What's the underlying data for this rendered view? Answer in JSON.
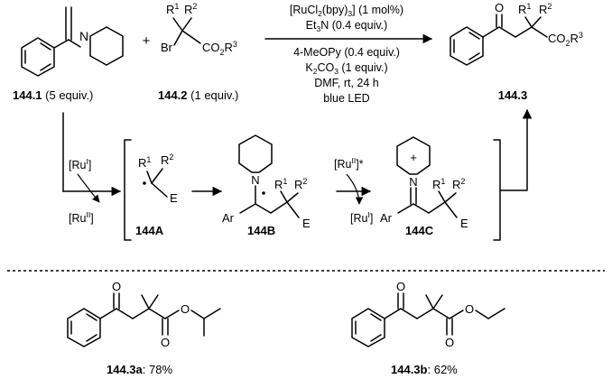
{
  "reagents": {
    "catalyst": {
      "main": "[RuCl",
      "s1": "2",
      "mid": "(bpy)",
      "s2": "3",
      "tail": "] (1 mol%)"
    },
    "base1": {
      "main": "Et",
      "s1": "3",
      "tail": "N (0.4 equiv.)"
    },
    "additive": "4-MeOPy (0.4 equiv.)",
    "base2": {
      "main": "K",
      "s1": "2",
      "mid": "CO",
      "s2": "3",
      "tail": " (1 equiv.)"
    },
    "solvent": "DMF, rt, 24 h",
    "light": "blue LED"
  },
  "compounds": {
    "c1": {
      "id": "144.1",
      "equiv": " (5 equiv.)"
    },
    "c2": {
      "id": "144.2",
      "equiv": "  (1 equiv.)",
      "r1": "R",
      "r1_sup": "1",
      "r2": "R",
      "r2_sup": "2",
      "br": "Br",
      "ester": "CO",
      "ester_sub": "2",
      "ester_r": "R",
      "ester_r_sup": "3"
    },
    "product": {
      "id": "144.3",
      "o": "O",
      "r1": "R",
      "r1_sup": "1",
      "r2": "R",
      "r2_sup": "2",
      "ester": "CO",
      "ester_sub": "2",
      "ester_r": "R",
      "ester_r_sup": "3"
    },
    "A": {
      "id": "144A",
      "r1": "R",
      "r1_sup": "1",
      "r2": "R",
      "r2_sup": "2",
      "e": "E"
    },
    "B": {
      "id": "144B",
      "n": "N",
      "ar": "Ar",
      "r1": "R",
      "r1_sup": "1",
      "r2": "R",
      "r2_sup": "2",
      "e": "E"
    },
    "C": {
      "id": "144C",
      "n": "N",
      "plus": "+",
      "ar": "Ar",
      "r1": "R",
      "r1_sup": "1",
      "r2": "R",
      "r2_sup": "2",
      "e": "E"
    },
    "n_label": "N"
  },
  "mechanism": {
    "ru1_in": {
      "main": "[Ru",
      "sup": "I",
      "tail": "]"
    },
    "ru2_out": {
      "main": "[Ru",
      "sup": "II",
      "tail": "]"
    },
    "ru2_in": {
      "main": "[Ru",
      "sup": "II",
      "tail": "]*"
    },
    "ru1_out": {
      "main": "[Ru",
      "sup": "I",
      "tail": "]"
    }
  },
  "examples": [
    {
      "id": "144.3a",
      "yield": ": 78%",
      "o1": "O",
      "o2": "O",
      "o3": "O"
    },
    {
      "id": "144.3b",
      "yield": ": 62%",
      "o1": "O",
      "o2": "O",
      "o3": "O"
    }
  ]
}
